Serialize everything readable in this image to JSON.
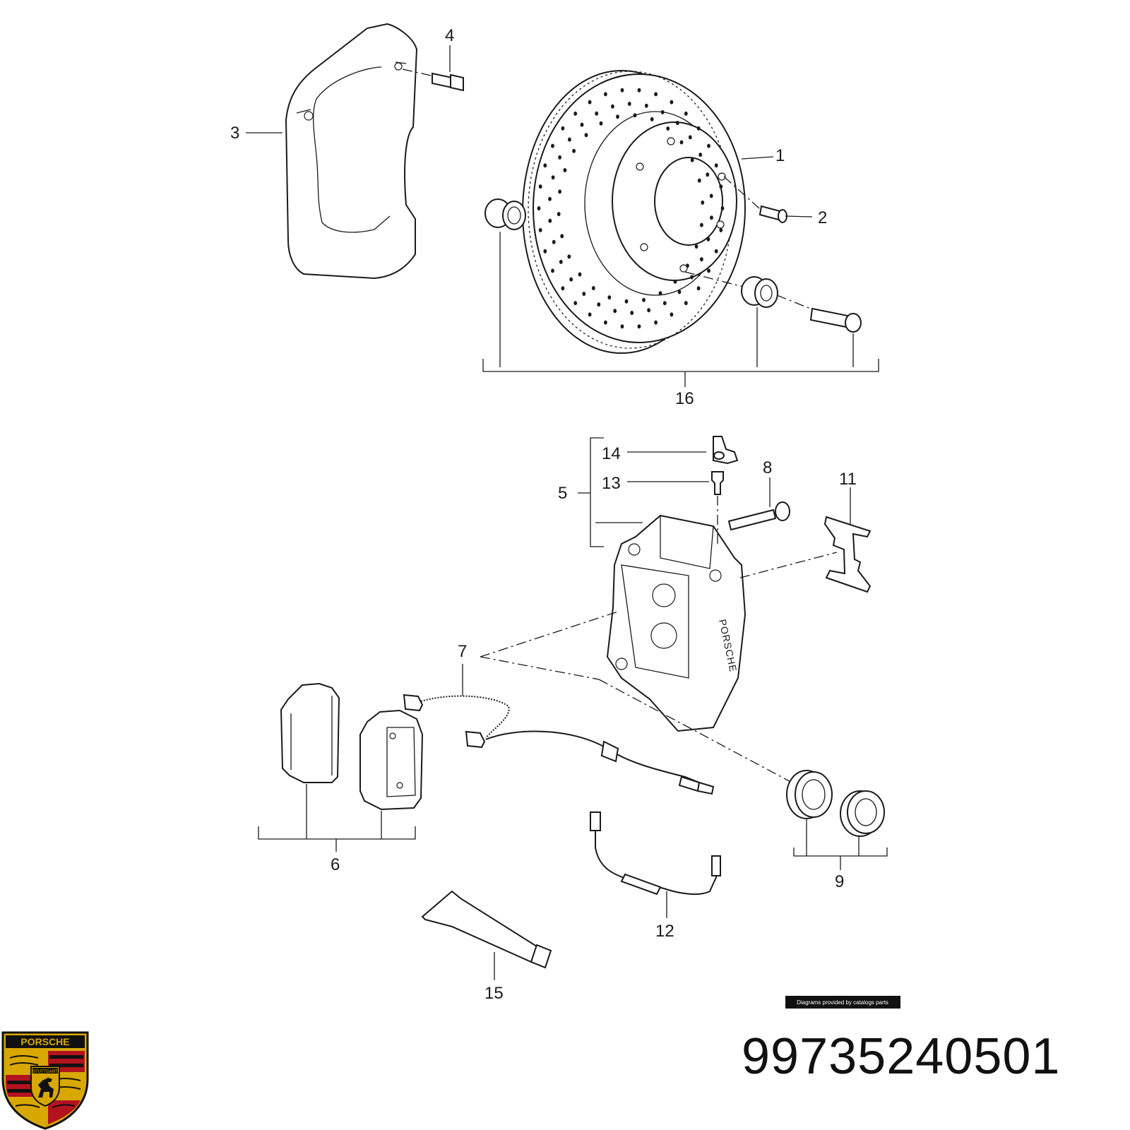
{
  "diagram": {
    "callouts": [
      "1",
      "2",
      "3",
      "4",
      "5",
      "6",
      "7",
      "8",
      "9",
      "11",
      "12",
      "13",
      "14",
      "15",
      "16"
    ],
    "caliper_marking": "PORSCHE",
    "credit": "Diagrams provided by catalogs parts"
  },
  "part_number": "99735240501",
  "logo": {
    "name": "porsche-crest",
    "top_text": "PORSCHE",
    "banner_text": "STUTTGART",
    "colors": {
      "gold": "#d8a800",
      "red": "#b3121f",
      "black": "#111111"
    }
  }
}
